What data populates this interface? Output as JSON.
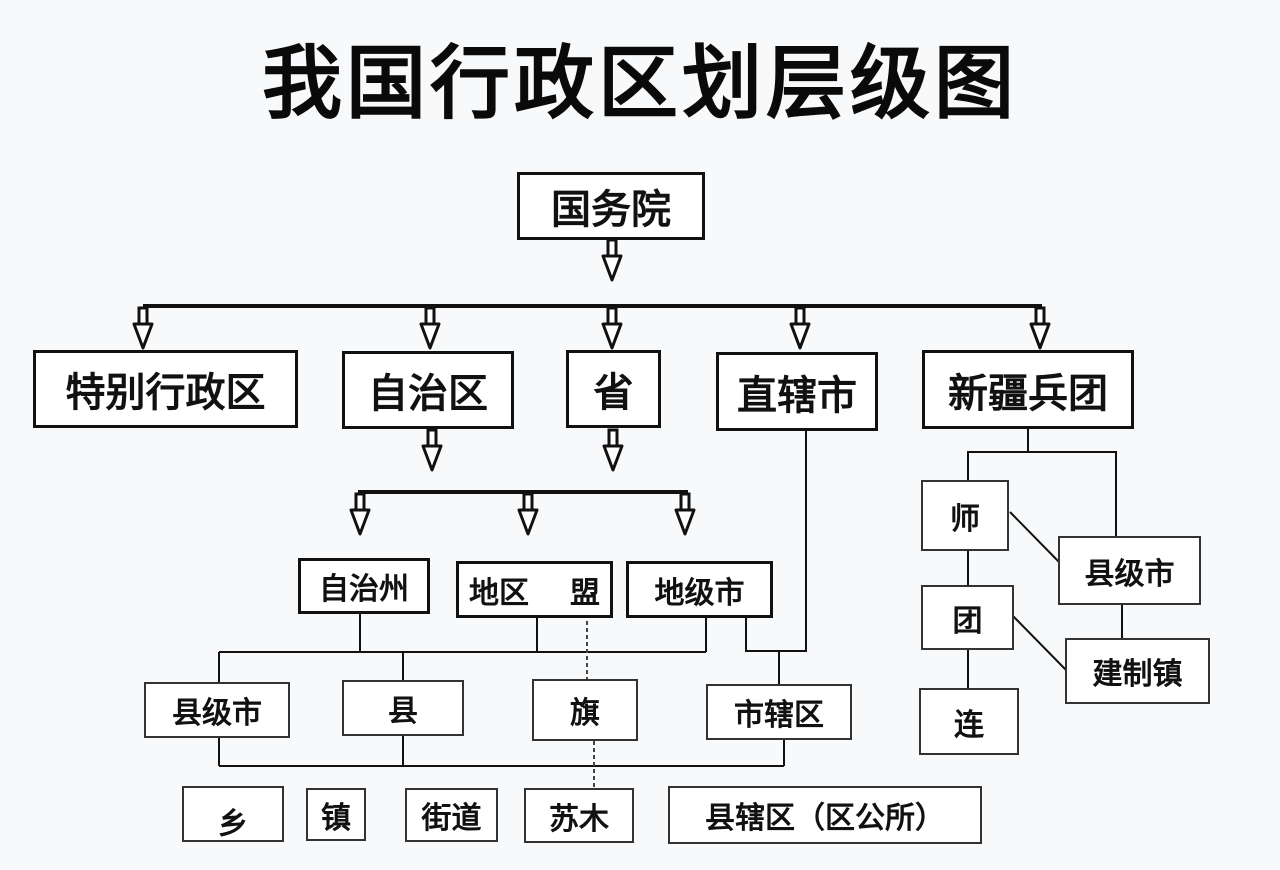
{
  "title": "我国行政区划层级图",
  "level0": {
    "state_council": "国务院"
  },
  "level1": {
    "sar": "特别行政区",
    "autonomous_region": "自治区",
    "province": "省",
    "municipality": "直辖市",
    "xinjiang_corps": "新疆兵团"
  },
  "level2": {
    "autonomous_prefecture": "自治州",
    "prefecture": "地区",
    "league": "盟",
    "prefecture_city": "地级市"
  },
  "level3": {
    "county_city": "县级市",
    "county": "县",
    "banner": "旗",
    "city_district": "市辖区"
  },
  "level4": {
    "township": "乡",
    "town": "镇",
    "subdistrict": "街道",
    "sumu": "苏木",
    "county_district": "县辖区（区公所）"
  },
  "corps": {
    "division": "师",
    "regiment": "团",
    "company": "连",
    "county_city": "县级市",
    "town": "建制镇"
  },
  "colors": {
    "line": "#111111",
    "background": "#f8f9fa",
    "box": "#ffffff"
  }
}
